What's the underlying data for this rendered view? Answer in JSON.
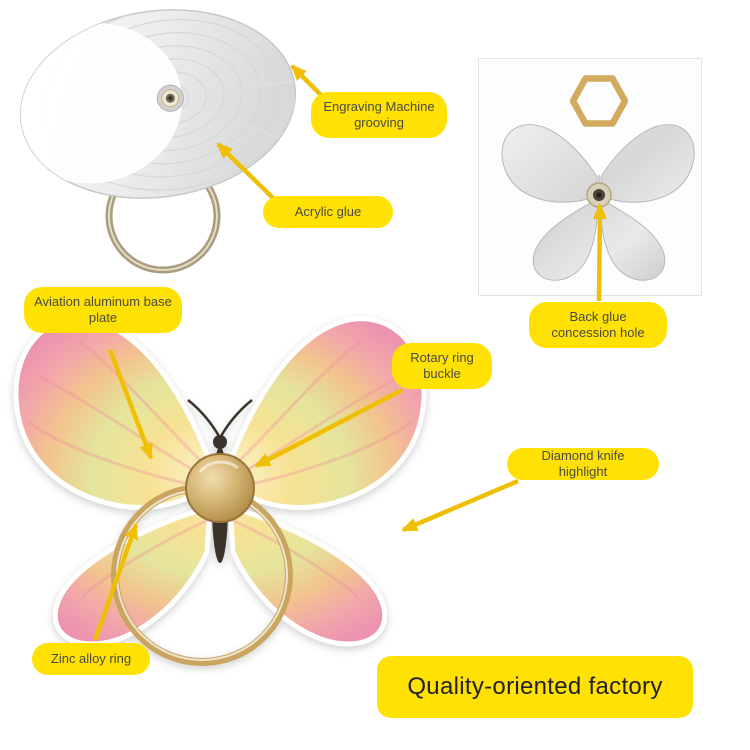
{
  "colors": {
    "background": "#ffffff",
    "label_bg": "#ffe104",
    "label_text": "#4a4a4a",
    "arrow": "#efbf04",
    "banner_bg": "#ffe104",
    "banner_text": "#222222",
    "gold_ring": "#c9a55f",
    "silver_plate": "#d7d7d7"
  },
  "callouts": {
    "engraving": {
      "label": "Engraving Machine grooving"
    },
    "acrylic_glue": {
      "label": "Acrylic glue"
    },
    "back_glue": {
      "label": "Back glue concession hole"
    },
    "base_plate": {
      "label": "Aviation aluminum base plate"
    },
    "rotary_buckle": {
      "label": "Rotary ring buckle"
    },
    "diamond_knife": {
      "label": "Diamond knife highlight"
    },
    "zinc_ring": {
      "label": "Zinc alloy ring"
    }
  },
  "banner": {
    "text": "Quality-oriented factory"
  }
}
